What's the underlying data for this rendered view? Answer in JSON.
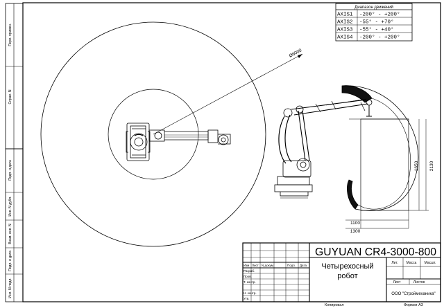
{
  "side_stamps": [
    "Перв. примен.",
    "Справ. N",
    "Подп. и дата",
    "Инв. N дубл.",
    "Взам. инв. N",
    "Подп. и дата",
    "Инв. N подл."
  ],
  "motion_table": {
    "header": "Диапазон движений",
    "rows": [
      {
        "axis": "AXIS1",
        "range": "-200° - +200°"
      },
      {
        "axis": "AXIS2",
        "range": "-55° - +70°"
      },
      {
        "axis": "AXIS3",
        "range": "-55° - +40°"
      },
      {
        "axis": "AXIS4",
        "range": "-200° - +200°"
      }
    ]
  },
  "plan_view": {
    "diameter_label": "Ø6000"
  },
  "side_view": {
    "dimensions": {
      "height_inner": "1650",
      "height_outer": "2130",
      "width_inner": "1100",
      "width_outer": "1300"
    }
  },
  "title_block": {
    "designation": "GUYUAN CR4-3000-800",
    "name_line1": "Четырехосный",
    "name_line2": "робот",
    "col_headers": [
      "Изм",
      "Лист",
      "N докум.",
      "Подп.",
      "Дата"
    ],
    "roles": [
      "Разраб.",
      "Пров.",
      "Т. контр.",
      "",
      "Н. контр.",
      "Утв."
    ],
    "lit_label": "Лит.",
    "mass_label": "Масса",
    "scale_label": "Масшт.",
    "sheet_label": "Лист",
    "sheets_label": "Листов",
    "organization": "ООО \"Строймеханика\"",
    "copied_label": "Копировал",
    "format_label": "Формат А3"
  }
}
